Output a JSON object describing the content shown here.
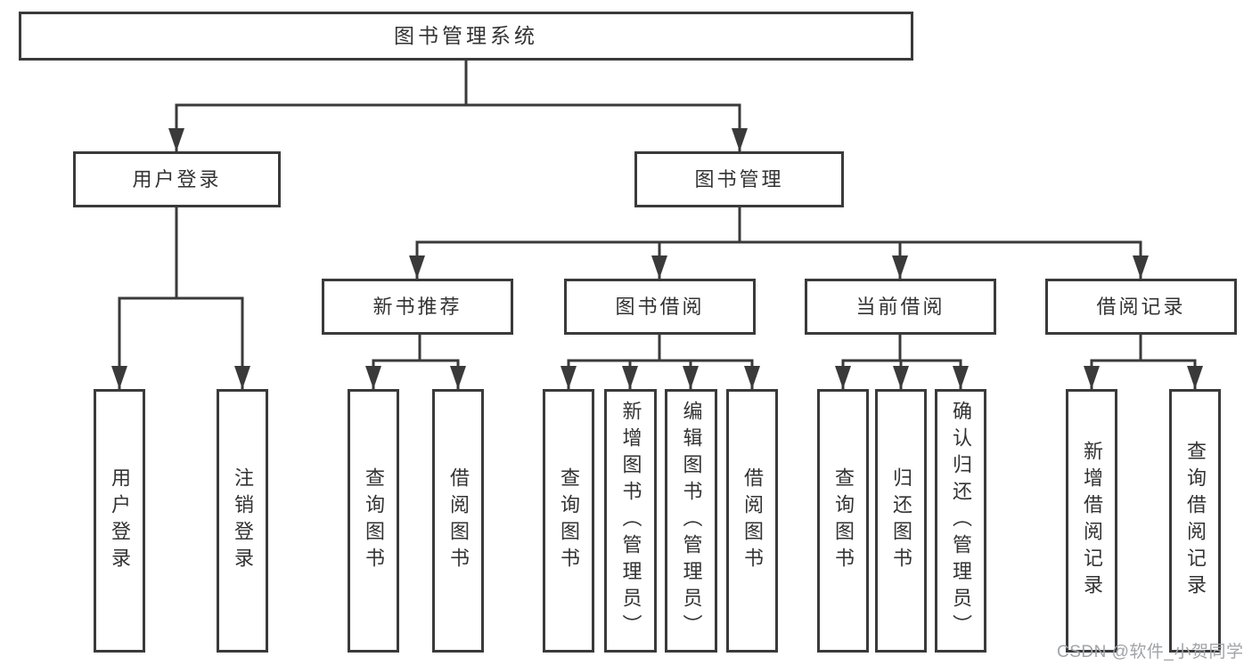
{
  "colors": {
    "line": "#3a3a3a",
    "text": "#333333",
    "box_background": "#ffffff",
    "watermark": "#9fa4a8"
  },
  "watermark": "CSDN @软件_小贺同学",
  "tree": {
    "root": "图书管理系统",
    "branches": {
      "user_login": "用户登录",
      "book_management": "图书管理"
    },
    "modules": {
      "new_book_recommend": "新书推荐",
      "book_borrowing": "图书借阅",
      "current_borrowing": "当前借阅",
      "borrowing_records": "借阅记录"
    },
    "leaves": {
      "user_login": "用户登录",
      "logout": "注销登录",
      "query_books_recommend": "查询图书",
      "borrow_books_recommend": "借阅图书",
      "query_books_borrowing": "查询图书",
      "add_books_admin": "新增图书（管理员）",
      "edit_books_admin": "编辑图书（管理员）",
      "borrow_books_borrowing": "借阅图书",
      "query_books_current": "查询图书",
      "return_books": "归还图书",
      "confirm_return_admin": "确认归还（管理员）",
      "add_borrow_record": "新增借阅记录",
      "query_borrow_record": "查询借阅记录"
    }
  }
}
